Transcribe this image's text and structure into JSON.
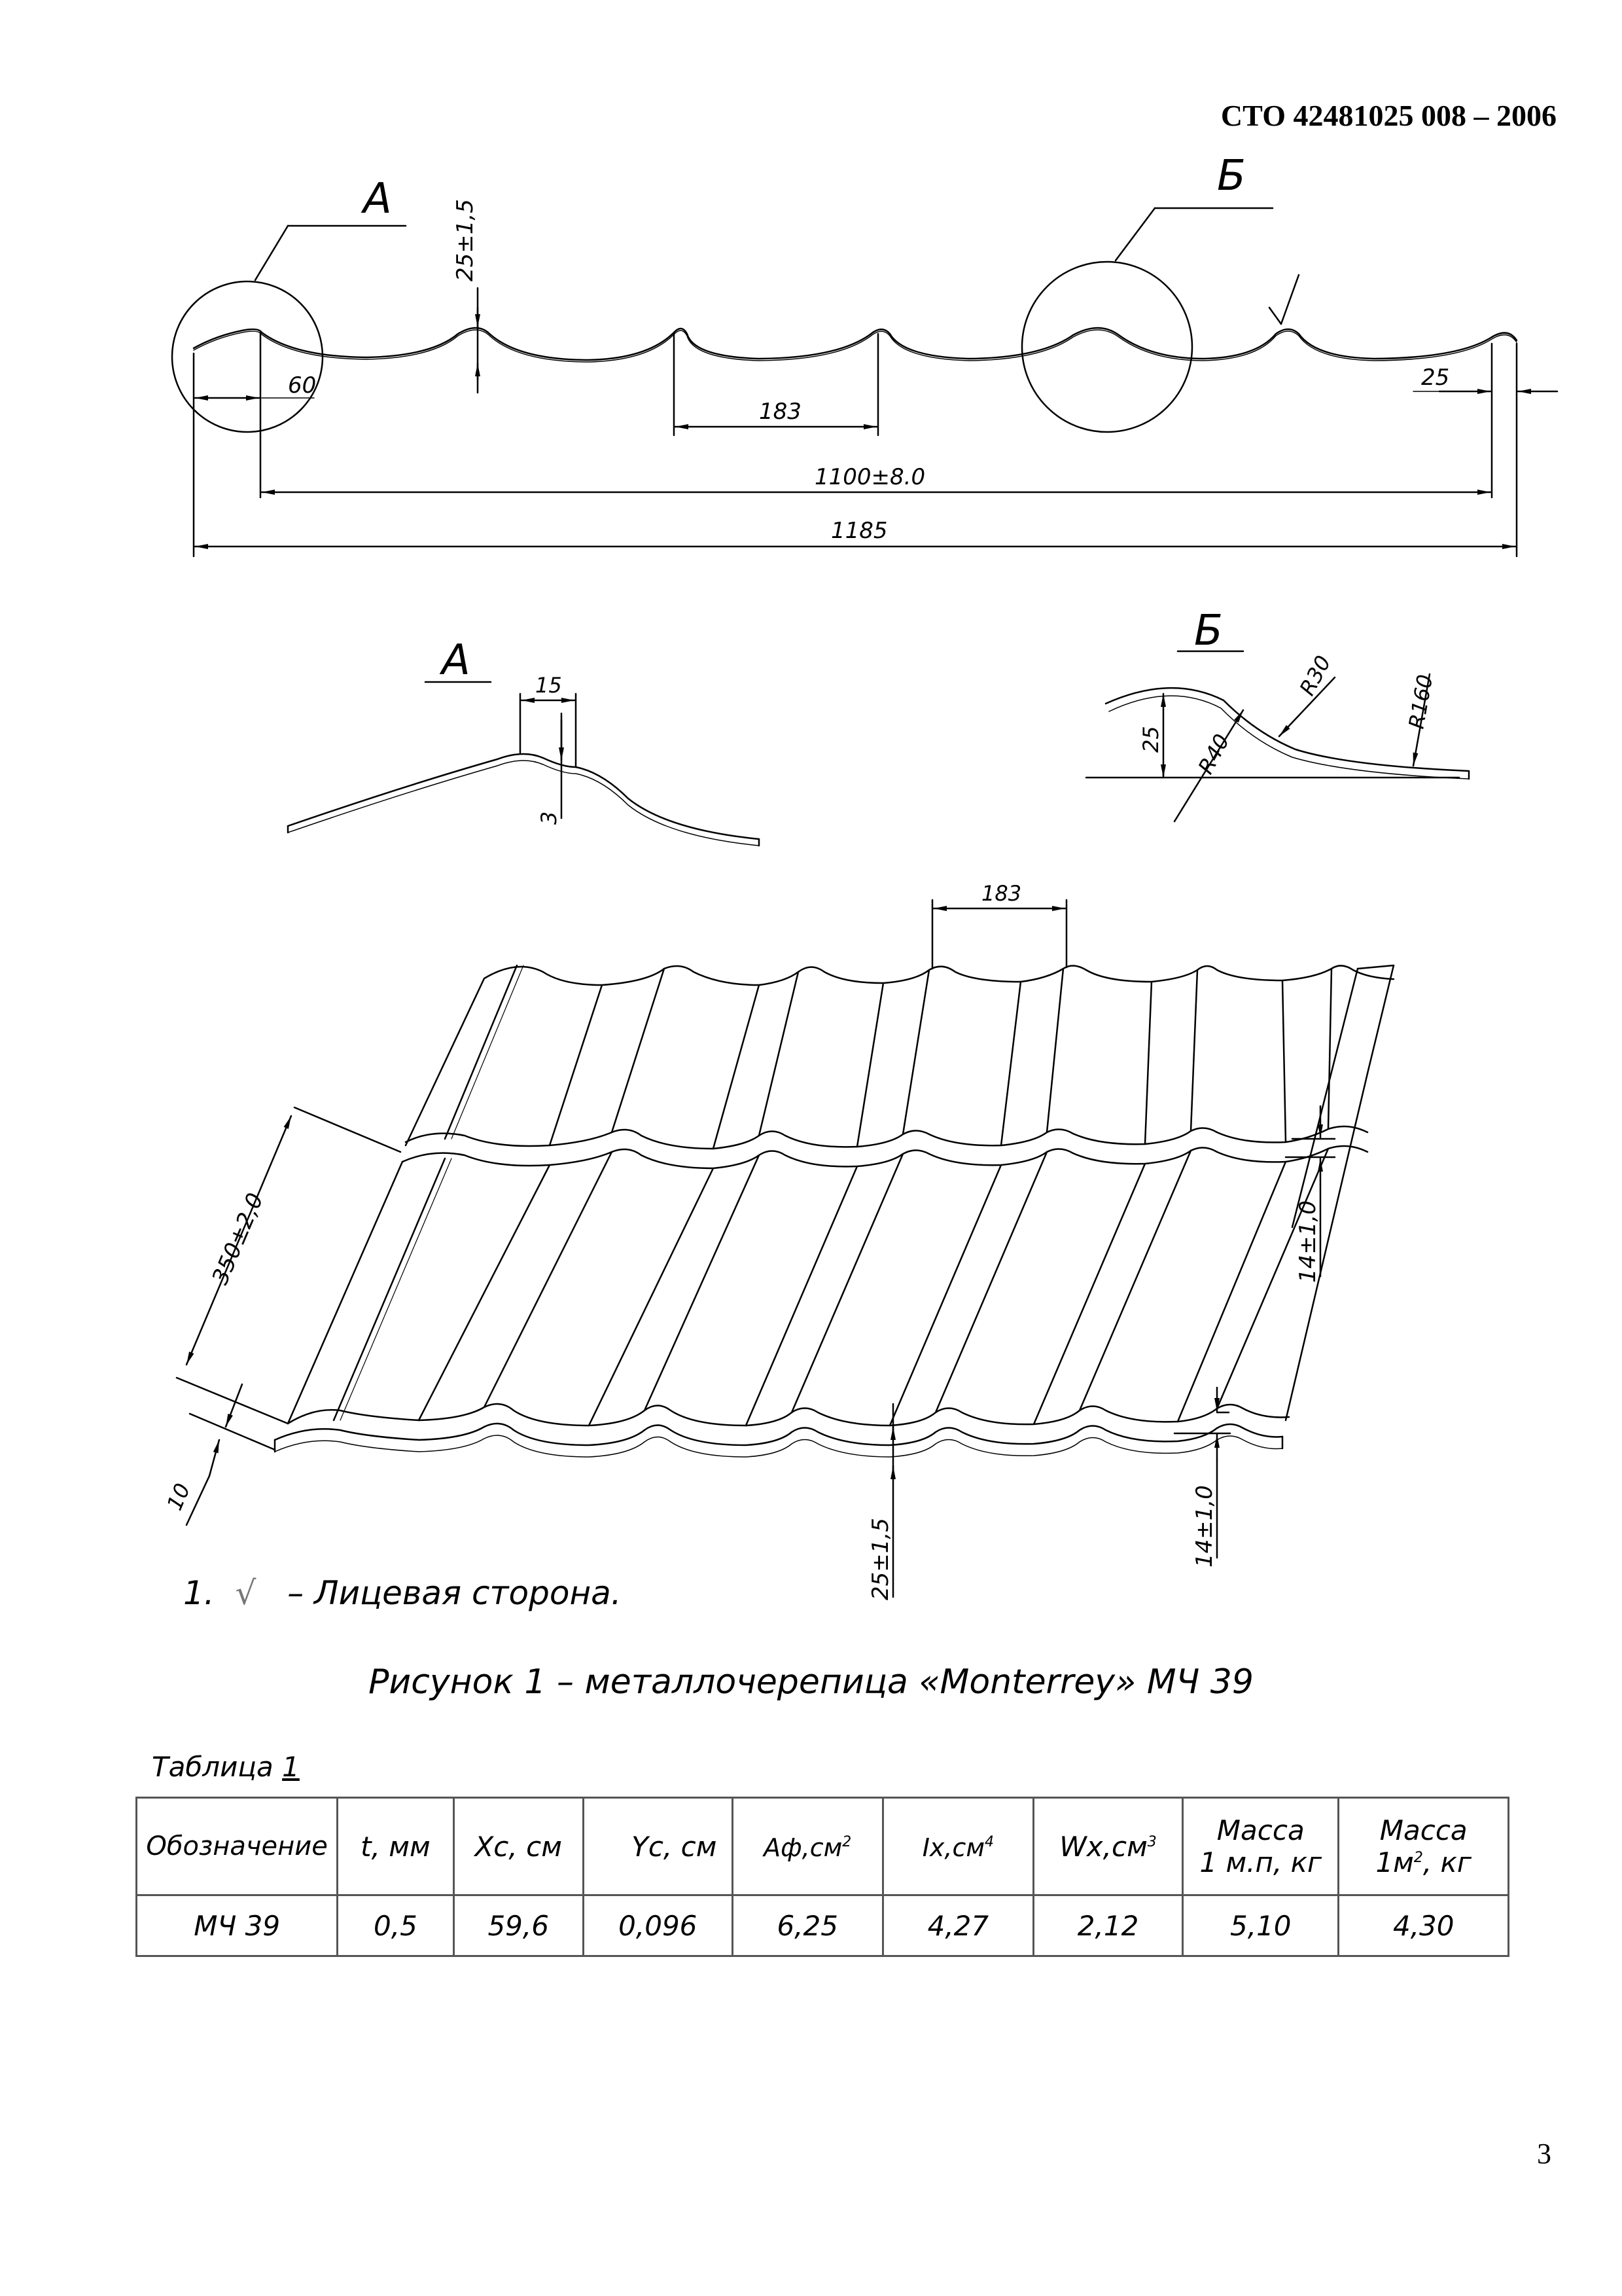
{
  "header": {
    "doc_code": "СТО 42481025 008 – 2006"
  },
  "drawing": {
    "view_a_label": "А",
    "view_b_label": "Б",
    "dims": {
      "height_25": "25±1,5",
      "pitch_183": "183",
      "edge_60": "60",
      "edge_25": "25",
      "useful_width": "1100±8.0",
      "total_width": "1185",
      "detail_a_15": "15",
      "detail_a_3": "3",
      "detail_b_25": "25",
      "detail_b_r40": "R40",
      "detail_b_r30": "R30",
      "detail_b_r160": "R160",
      "iso_183": "183",
      "step_350": "350±2,0",
      "step_14_upper": "14±1,0",
      "step_14_lower": "14±1,0",
      "step_10": "10",
      "wave_25": "25±1,5"
    }
  },
  "note": {
    "number": "1.",
    "mark": "√",
    "text": "– Лицевая сторона."
  },
  "figure_caption": "Рисунок 1 – металлочерепица «Monterrey» МЧ 39",
  "table": {
    "caption": "Таблица ",
    "caption_num": "1",
    "headers": {
      "designation": "Обозначение",
      "t": "t, мм",
      "xc": "Xc, см",
      "yc": "Yc, см",
      "af": "Аф,см",
      "af_sup": "2",
      "ix": "Ix,см",
      "ix_sup": "4",
      "wx": "Wx,см",
      "wx_sup": "3",
      "mass_lm_1": "Масса",
      "mass_lm_2": "1 м.п, кг",
      "mass_m2_1": "Масса",
      "mass_m2_2a": "1м",
      "mass_m2_sup": "2",
      "mass_m2_2b": ", кг"
    },
    "row": {
      "designation": "МЧ 39",
      "t": "0,5",
      "xc": "59,6",
      "yc": "0,096",
      "af": "6,25",
      "ix": "4,27",
      "wx": "2,12",
      "mass_lm": "5,10",
      "mass_m2": "4,30"
    }
  },
  "page_number": "3"
}
